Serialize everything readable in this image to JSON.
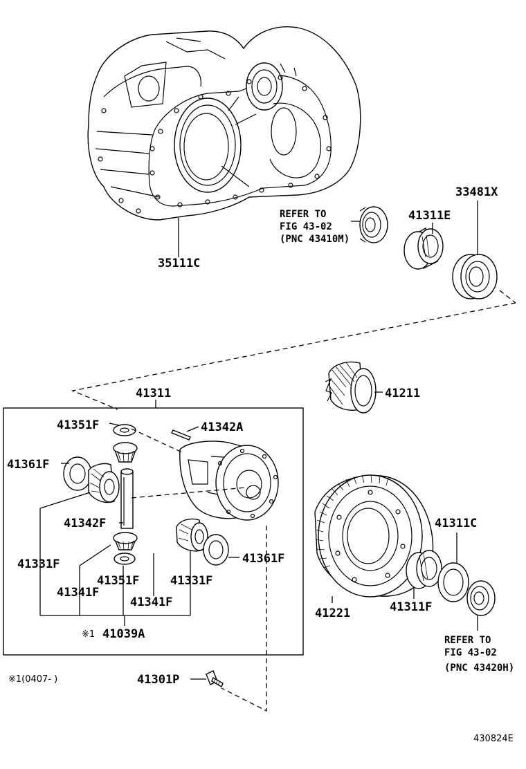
{
  "parts": {
    "p35111c": "35111C",
    "p33481x": "33481X",
    "p41311e": "41311E",
    "p41211": "41211",
    "p41311": "41311",
    "p41351f_top": "41351F",
    "p41342a": "41342A",
    "p41361f_left": "41361F",
    "p41342f": "41342F",
    "p41331f_left": "41331F",
    "p41351f_bottom": "41351F",
    "p41341f_left": "41341F",
    "p41331f_right": "41331F",
    "p41341f_right": "41341F",
    "p41361f_right": "41361F",
    "p41039a": "41039A",
    "p41221": "41221",
    "p41311c": "41311C",
    "p41311f": "41311F",
    "p41301p": "41301P"
  },
  "references": {
    "top": {
      "line1": "REFER TO",
      "line2": "FIG 43-02",
      "line3": "(PNC 43410M)"
    },
    "bottom": {
      "line1": "REFER TO",
      "line2": "FIG 43-02",
      "line3": "(PNC 43420H)"
    }
  },
  "notes": {
    "kit_marker": "※1",
    "footnote": "※1(0407-      )",
    "illustration_code": "430824E"
  }
}
